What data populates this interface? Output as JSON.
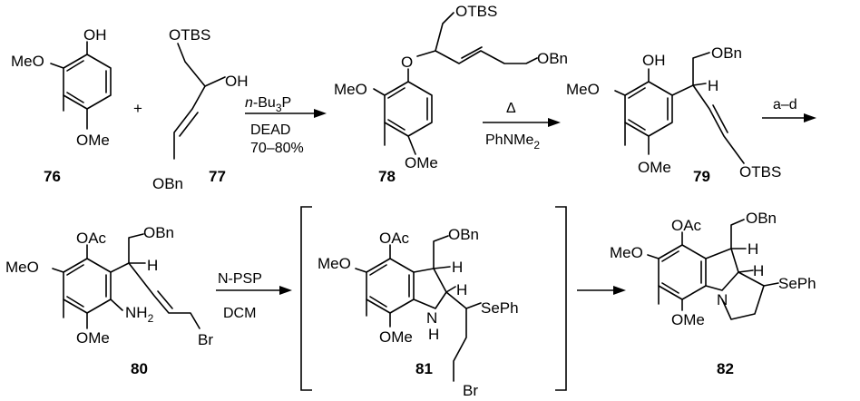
{
  "compounds": {
    "c76": {
      "number": "76",
      "OH": "OH",
      "MeO": "MeO",
      "OMe": "OMe"
    },
    "c77": {
      "number": "77",
      "OTBS": "OTBS",
      "OH": "OH",
      "OBn": "OBn"
    },
    "c78": {
      "number": "78",
      "OTBS": "OTBS",
      "O": "O",
      "OBn": "OBn",
      "MeO": "MeO",
      "OMe": "OMe"
    },
    "c79": {
      "number": "79",
      "OH": "OH",
      "OBn": "OBn",
      "H": "H",
      "MeO": "MeO",
      "OMe": "OMe",
      "OTBS": "OTBS"
    },
    "c80": {
      "number": "80",
      "OAc": "OAc",
      "OBn": "OBn",
      "MeO": "MeO",
      "H": "H",
      "NH2": "NH",
      "sub2": "2",
      "OMe": "OMe",
      "Br": "Br"
    },
    "c81": {
      "number": "81",
      "OAc": "OAc",
      "OBn": "OBn",
      "MeO": "MeO",
      "H1": "H",
      "H2": "H",
      "SePh": "SePh",
      "N": "N",
      "NH_H": "H",
      "OMe": "OMe",
      "Br": "Br"
    },
    "c82": {
      "number": "82",
      "OAc": "OAc",
      "OBn": "OBn",
      "MeO": "MeO",
      "H1": "H",
      "H2": "H",
      "N": "N",
      "SePh": "SePh",
      "OMe": "OMe"
    }
  },
  "plus": "+",
  "reactions": {
    "r1": {
      "reagent_prefix": "n",
      "reagent_mid": "-Bu",
      "reagent_sub": "3",
      "reagent_suffix": "P",
      "line2": "DEAD",
      "line3": "70–80%"
    },
    "r2": {
      "line1": "Δ",
      "line2_main": "PhNMe",
      "line2_sub": "2"
    },
    "r3": {
      "line1": "a–d"
    },
    "r4": {
      "line1": "N-PSP",
      "line2": "DCM"
    }
  }
}
